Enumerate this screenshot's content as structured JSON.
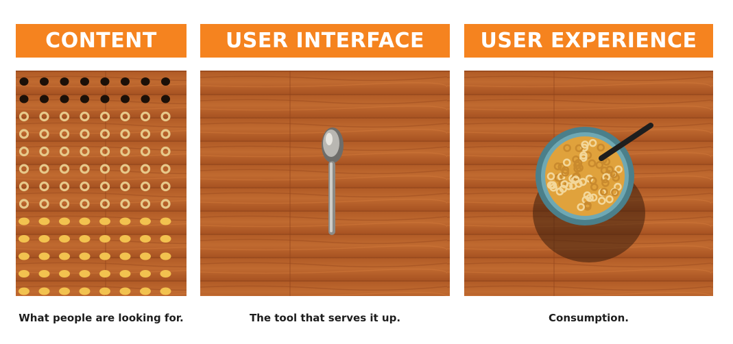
{
  "panels": [
    {
      "title": "CONTENT",
      "caption": "What people are looking for.",
      "image": "cereal-ingredients-photo"
    },
    {
      "title": "USER INTERFACE",
      "caption": "The tool that serves it up.",
      "image": "spoon-photo"
    },
    {
      "title": "USER EXPERIENCE",
      "caption": "Consumption.",
      "image": "cereal-bowl-photo"
    }
  ],
  "colors": {
    "header": "#f5831f",
    "wood": "#b8652c",
    "text": "#1d1d1d"
  }
}
